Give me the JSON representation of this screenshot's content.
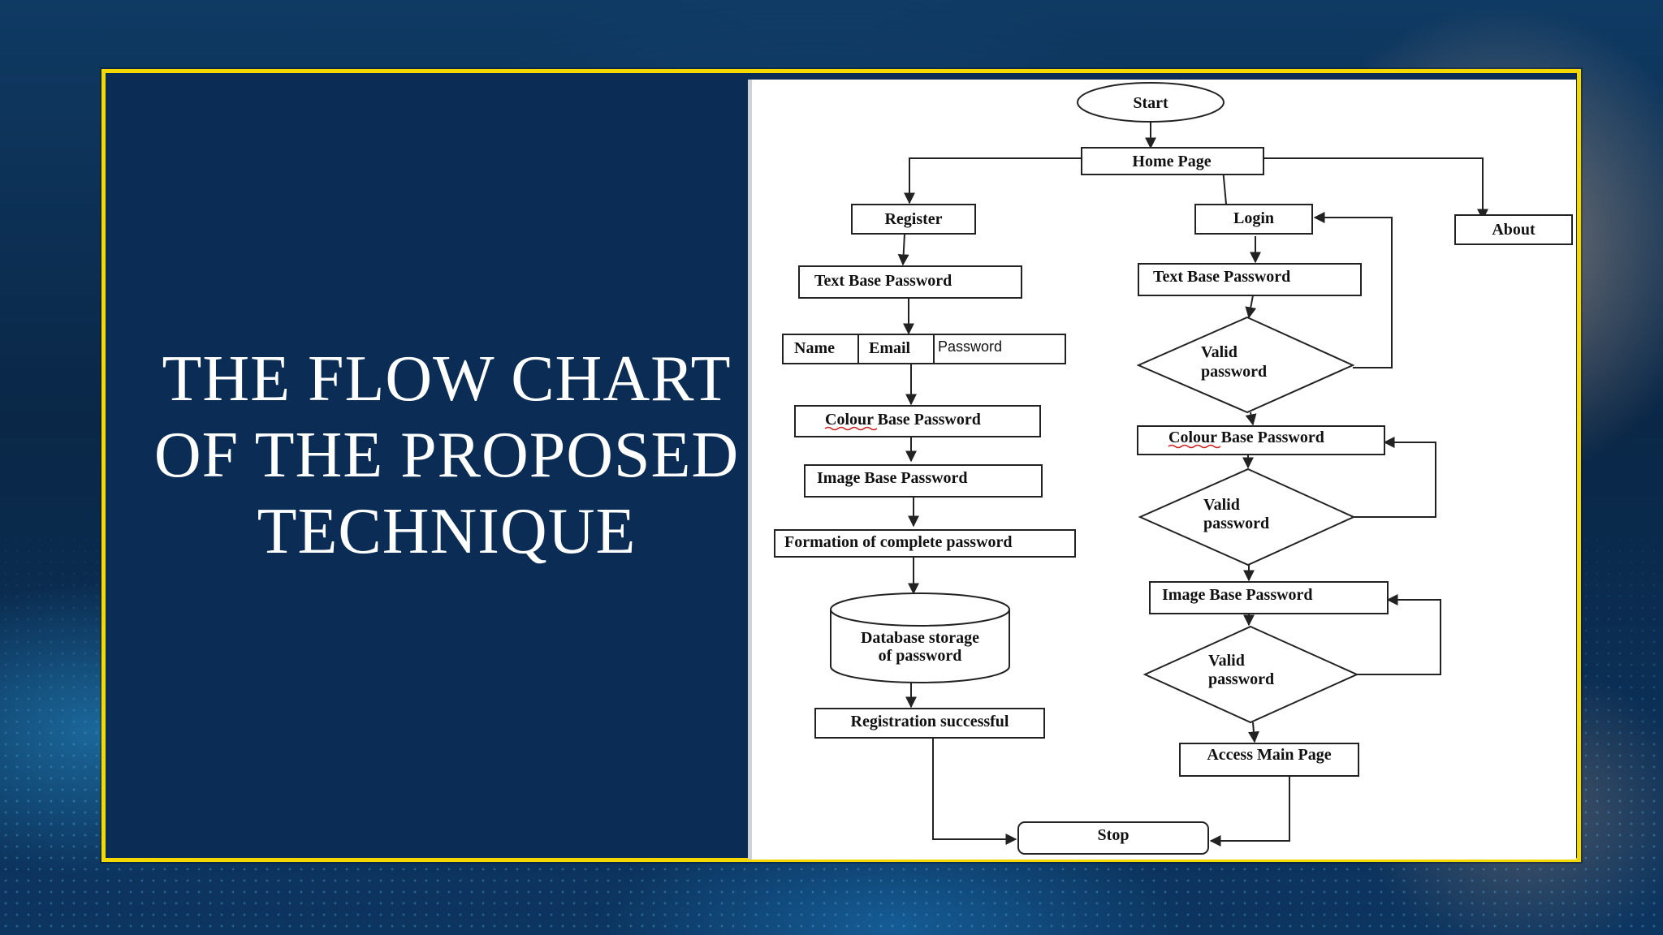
{
  "slide": {
    "title_lines": [
      "THE FLOW CHART",
      "OF THE PROPOSED",
      "TECHNIQUE"
    ]
  },
  "flowchart": {
    "start": "Start",
    "home_page": "Home Page",
    "register": "Register",
    "login": "Login",
    "about": "About",
    "left": {
      "text_base_password": "Text Base Password",
      "name": "Name",
      "email": "Email",
      "password": "Password",
      "colour_base_password": "Colour Base Password",
      "image_base_password": "Image Base Password",
      "formation": "Formation of complete password",
      "database_line1": "Database storage",
      "database_line2": "of password",
      "registration_successful": "Registration successful"
    },
    "right": {
      "text_base_password": "Text Base Password",
      "valid1_line1": "Valid",
      "valid1_line2": "password",
      "colour_base_password": "Colour Base Password",
      "valid2_line1": "Valid",
      "valid2_line2": "password",
      "image_base_password": "Image Base Password",
      "valid3_line1": "Valid",
      "valid3_line2": "password",
      "access_main_page": "Access Main Page"
    },
    "stop": "Stop"
  }
}
